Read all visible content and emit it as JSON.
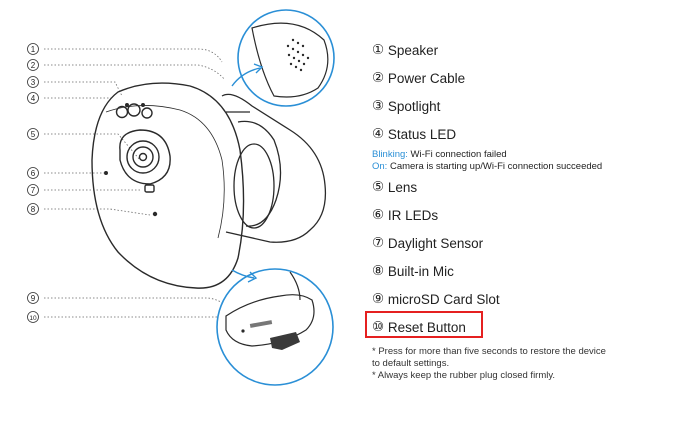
{
  "callouts": [
    {
      "num": "①",
      "label": "Speaker"
    },
    {
      "num": "②",
      "label": "Power Cable"
    },
    {
      "num": "③",
      "label": "Spotlight"
    },
    {
      "num": "④",
      "label": "Status LED"
    },
    {
      "num": "⑤",
      "label": "Lens"
    },
    {
      "num": "⑥",
      "label": "IR LEDs"
    },
    {
      "num": "⑦",
      "label": "Daylight Sensor"
    },
    {
      "num": "⑧",
      "label": "Built-in Mic"
    },
    {
      "num": "⑨",
      "label": "microSD Card Slot"
    },
    {
      "num": "⑩",
      "label": "Reset Button"
    }
  ],
  "status_led_note": {
    "blinking_key": "Blinking:",
    "blinking_text": " Wi-Fi connection failed",
    "on_key": "On:",
    "on_text": " Camera is starting up/Wi-Fi connection succeeded"
  },
  "footnotes": {
    "line1": "* Press for more than five seconds to restore the device",
    "line2": "to default settings.",
    "line3": "* Always keep the rubber plug closed firmly."
  },
  "colors": {
    "accent_blue": "#2a8fd6",
    "highlight_red": "#e52020",
    "line": "#333333"
  },
  "highlighted_item": "Reset Button"
}
